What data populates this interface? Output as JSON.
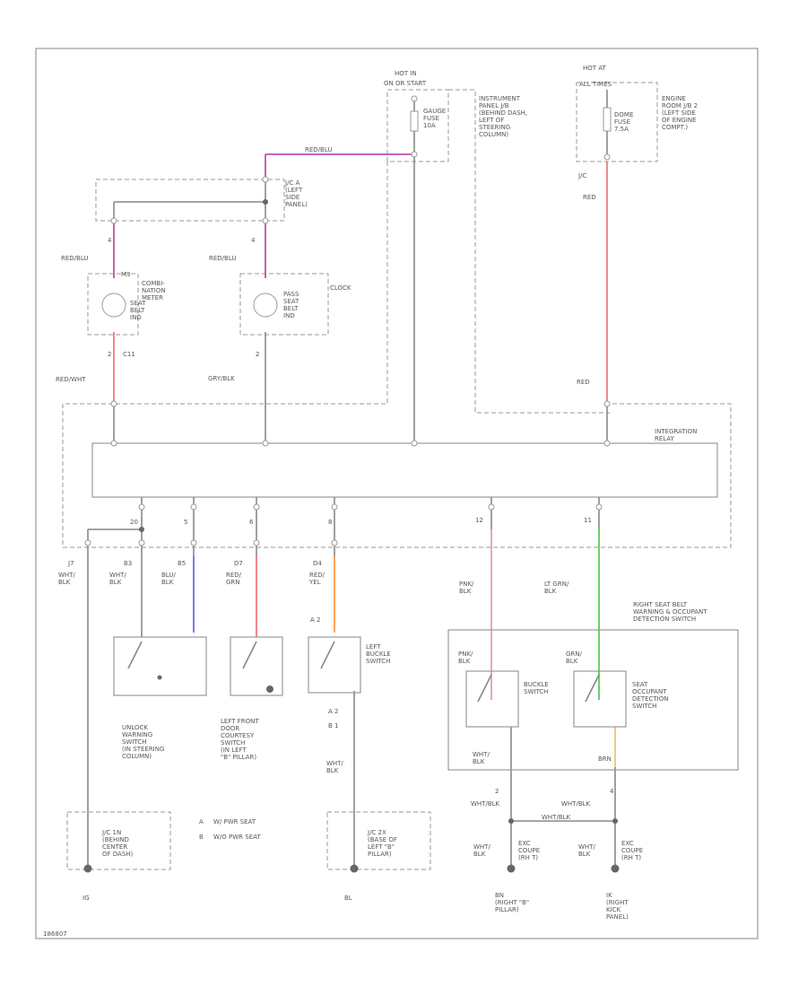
{
  "power": {
    "hot_in_1": "HOT IN",
    "hot_in_1_cond": "ON OR START",
    "fuse_gauge": [
      "GAUGE",
      "FUSE",
      "10A"
    ],
    "ip_jb": [
      "INSTRUMENT",
      "PANEL J/B",
      "(BEHIND DASH,",
      "LEFT OF",
      "STEERING",
      "COLUMN)"
    ],
    "hot_at_2": "HOT AT",
    "hot_at_2_cond": "ALL TIMES",
    "fuse_dome": [
      "DOME",
      "FUSE",
      "7.5A"
    ],
    "er_jb": [
      "ENGINE",
      "ROOM J/B 2",
      "(LEFT SIDE",
      "OF ENGINE",
      "COMPT.)"
    ],
    "jc_label": "J/C",
    "jc_a": [
      "J/C A",
      "(LEFT",
      "SIDE",
      "PANEL)"
    ]
  },
  "meters": {
    "combo": [
      "COMBI-",
      "NATION",
      "METER"
    ],
    "seat_belt_ind": [
      "SEAT",
      "BELT",
      "IND"
    ],
    "pass_ind": [
      "PASS",
      "SEAT",
      "BELT",
      "IND"
    ],
    "clock": "CLOCK",
    "c11": "C11",
    "m3": "M3",
    "pin4": "4",
    "pin2": "2"
  },
  "wires": {
    "red_blu_top": "RED/BLU",
    "red_blu_left": "RED/BLU",
    "red_blu_mid": "RED/BLU",
    "red_wht": "RED/WHT",
    "gry_blk": "GRY/BLK",
    "red_top": "RED",
    "red_bottom": "RED",
    "wht_blk_1": [
      "WHT/",
      "BLK"
    ],
    "wht_blk_2": [
      "WHT/",
      "BLK"
    ],
    "blu_blk": [
      "BLU/",
      "BLK"
    ],
    "red_grn": [
      "RED/",
      "GRN"
    ],
    "red_yel": [
      "RED/",
      "YEL"
    ],
    "pnk_blk": [
      "PNK/",
      "BLK"
    ],
    "lt_grn_blk": [
      "LT GRN/",
      "BLK"
    ],
    "wht_blk_3": [
      "WHT/",
      "BLK"
    ],
    "wht_blk_4": "WHT/BLK",
    "wht_blk_5": "WHT/BLK",
    "wht_blk_6": [
      "WHT/",
      "BLK"
    ],
    "wht_blk_7": [
      "WHT/",
      "BLK"
    ],
    "pnk_sw": [
      "PNK/",
      "BLK"
    ],
    "grn_sw": [
      "GRN/",
      "BLK"
    ],
    "wht_sw": [
      "WHT/",
      "BLK"
    ],
    "brn_sw": "BRN"
  },
  "relay": {
    "title": [
      "INTEGRATION",
      "RELAY"
    ],
    "pins": [
      "20",
      "5",
      "6",
      "8",
      "12",
      "11"
    ],
    "conn": [
      "J7",
      "B3",
      "B5",
      "D7",
      "D4"
    ]
  },
  "switches": {
    "unlock": [
      "UNLOCK",
      "WARNING",
      "SWITCH",
      "(IN STEERING",
      "COLUMN)"
    ],
    "door": [
      "LEFT FRONT",
      "DOOR",
      "COURTESY",
      "SWITCH",
      "(IN LEFT",
      "\"B\" PILLAR)"
    ],
    "buckle_left": [
      "LEFT",
      "BUCKLE",
      "SWITCH"
    ],
    "rsb_title": [
      "RIGHT SEAT BELT",
      "WARNING & OCCUPANT",
      "DETECTION SWITCH"
    ],
    "buckle": [
      "BUCKLE",
      "SWITCH"
    ],
    "occupant": [
      "SEAT",
      "OCCUPANT",
      "DETECTION",
      "SWITCH"
    ],
    "pin_a": "A 2",
    "pin_b": "B 1"
  },
  "legend": {
    "a": "A",
    "a_text": "W/ PWR SEAT",
    "b": "B",
    "b_text": "W/O PWR SEAT"
  },
  "grounds": {
    "jc1": [
      "J/C 1N",
      "(BEHIND",
      "CENTER",
      "OF DASH)"
    ],
    "jc2": [
      "J/C 2X",
      "(BASE OF",
      "LEFT \"B\"",
      "PILLAR)"
    ],
    "g1": "IG",
    "g2": "BL",
    "exc1": [
      "EXC",
      "COUPE",
      "(RH T)"
    ],
    "exc2": [
      "EXC",
      "COUPE",
      "(RH T)"
    ],
    "g3": [
      "BN",
      "(RIGHT \"B\"",
      "PILLAR)"
    ],
    "g4": [
      "IK",
      "(RIGHT",
      "KICK",
      "PANEL)"
    ],
    "p2": "2",
    "p4": "4"
  },
  "footer": {
    "code": "186807"
  },
  "colors": {
    "red_blu": "#c050a8",
    "red": "#f07878",
    "blue": "#6a6ae8",
    "orange": "#ff9a4a",
    "pink": "#e89ab8",
    "green": "#5cc95c",
    "yellow": "#e8c060"
  }
}
